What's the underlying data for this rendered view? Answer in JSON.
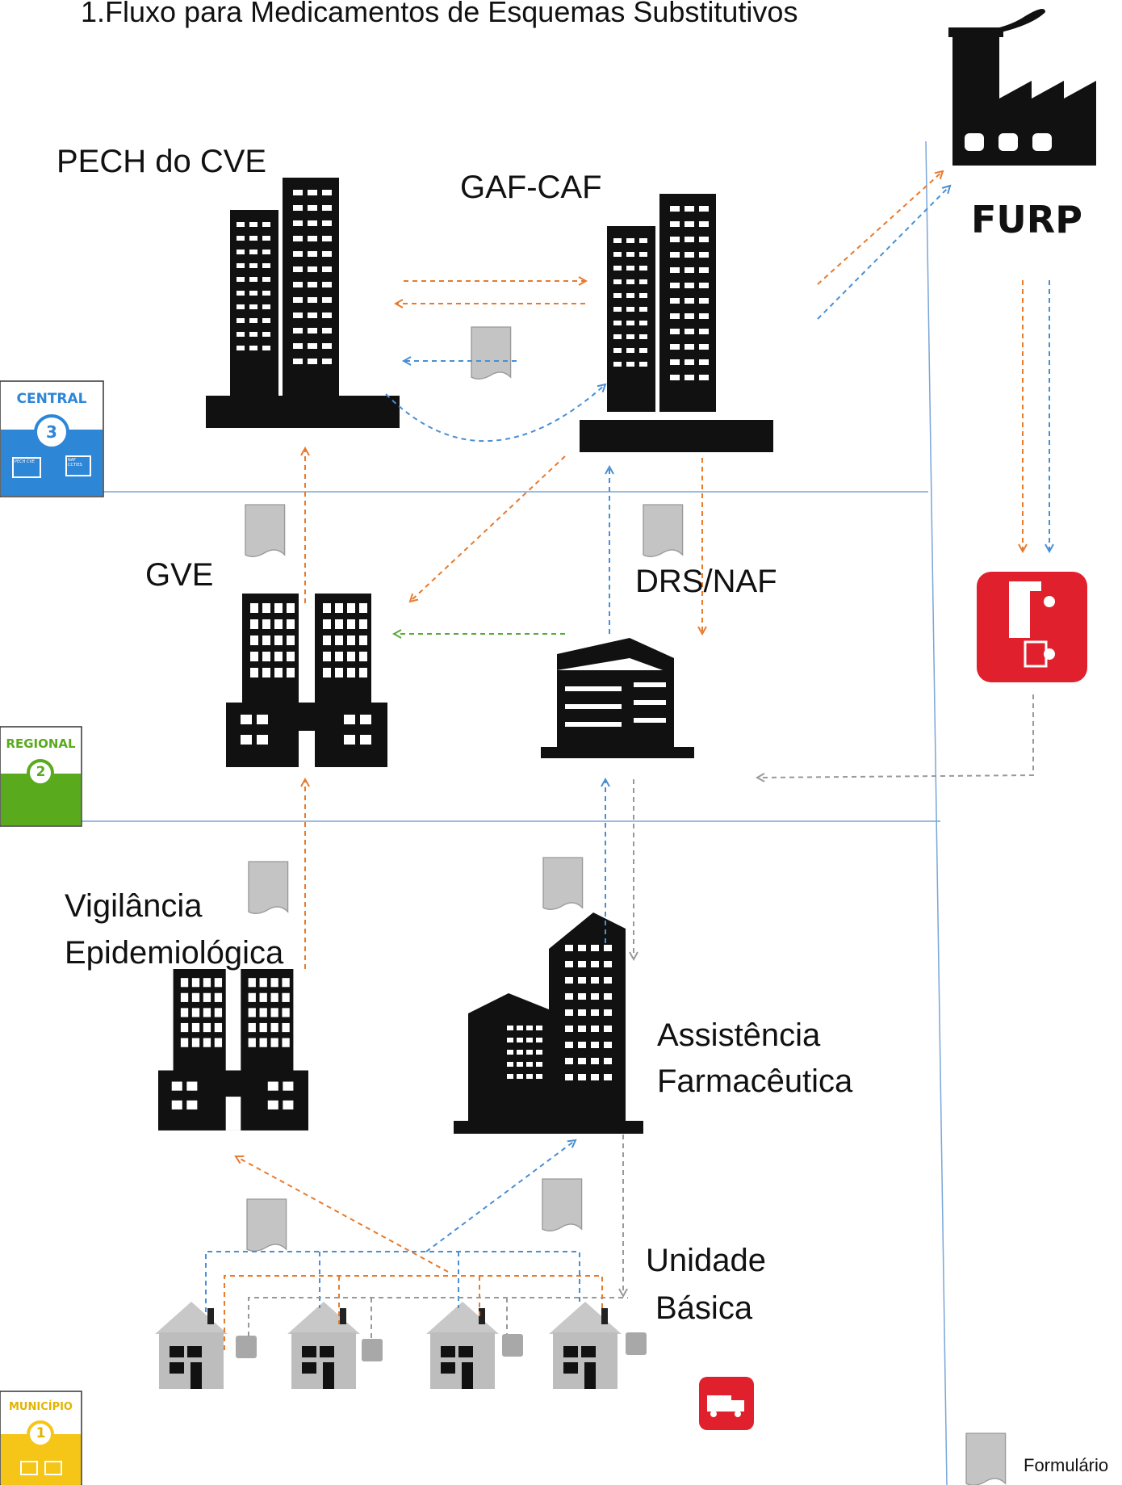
{
  "title": "1.Fluxo para Medicamentos de Esquemas Substitutivos",
  "nodes": {
    "pech": "PECH do CVE",
    "gafcaf": "GAF-CAF",
    "furp": "FURP",
    "gve": "GVE",
    "drs": "DRS/NAF",
    "vigilancia_l1": "Vigilância",
    "vigilancia_l2": "Epidemiológica",
    "assistencia_l1": "Assistência",
    "assistencia_l2": "Farmacêutica",
    "unidade_l1": "Unidade",
    "unidade_l2": "Básica"
  },
  "levels": {
    "central": {
      "label": "CENTRAL",
      "number": "3",
      "item1": "PECH CVE",
      "item2": "NAF CCTIES",
      "color": "#2e86d6"
    },
    "regional": {
      "label": "REGIONAL",
      "number": "2",
      "color": "#5aaa1e"
    },
    "municipio": {
      "label": "MUNICÍPIO",
      "number": "1",
      "color": "#f5c518"
    }
  },
  "legend": {
    "form_label": "Formulário"
  },
  "colors": {
    "orange": "#e87a2c",
    "blue": "#4a8fd4",
    "green": "#5aaa3a",
    "gray": "#999999",
    "truck_red": "#e0202c",
    "line": "#7aa6d8"
  },
  "icons": [
    "factory-icon",
    "truck-icon",
    "building-icon",
    "house-icon",
    "form-icon"
  ]
}
